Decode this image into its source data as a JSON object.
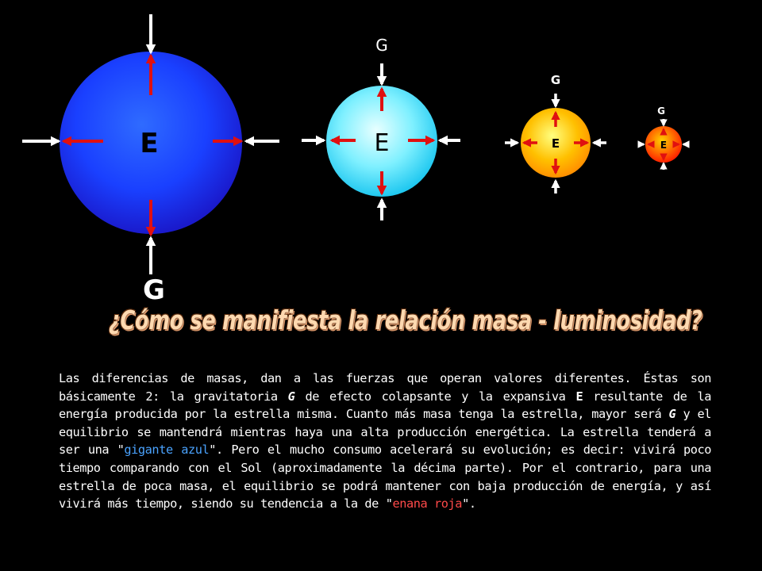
{
  "diagram": {
    "stars": [
      {
        "id": "blue-giant",
        "e_label": "E",
        "g_label": "G",
        "color": "#1a4dff"
      },
      {
        "id": "white-blue",
        "e_label": "E",
        "g_label": "G",
        "color": "#40e0ff"
      },
      {
        "id": "yellow-star",
        "e_label": "E",
        "g_label": "G",
        "color": "#ffb800"
      },
      {
        "id": "red-dwarf",
        "e_label": "E",
        "g_label": "G",
        "color": "#ff3a00"
      }
    ]
  },
  "title": "¿Cómo se manifiesta la relación masa - luminosidad?",
  "paragraph": {
    "p1": "Las diferencias de masas, dan a las fuerzas que operan valores diferentes. Éstas son básicamente 2: la gravitatoria ",
    "g1": "G",
    "p2": " de efecto colapsante y la expansiva ",
    "e1": "E",
    "p3": " resultante de la energía producida por la estrella misma. Cuanto más masa tenga la estrella, mayor será ",
    "g2": "G",
    "p4": " y el equilibrio se mantendrá mientras haya una alta producción energética. La estrella tenderá a ser una \"",
    "blue_term": "gigante azul",
    "p5": "\". Pero el mucho consumo acelerará su evolución; es decir: vivirá poco tiempo comparando con el Sol (aproximadamente la décima parte). Por el contrario, para una estrella de poca masa, el equilibrio se podrá mantener con baja producción de energía, y así vivirá más tiempo, siendo su tendencia a la de \"",
    "red_term": "enana roja",
    "p6": "\"."
  },
  "colors": {
    "background": "#000000",
    "arrow_expansive": "#e01010",
    "arrow_gravity": "#ffffff",
    "title_fill": "#ffd9b0",
    "blue_term": "#4aa3ff",
    "red_term": "#ff4a4a"
  }
}
